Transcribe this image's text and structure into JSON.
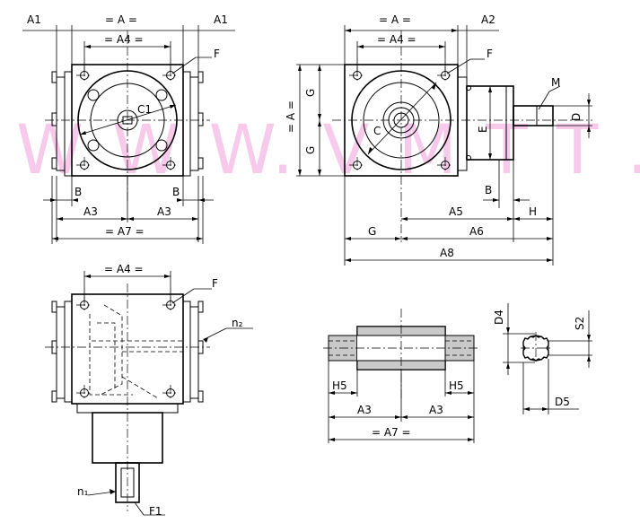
{
  "watermark": "W W W. V M T T . C O M",
  "labels": {
    "A1": "A1",
    "A": "= A =",
    "A2": "A2",
    "A4": "= A4 =",
    "F": "F",
    "F1": "F1",
    "C1": "C1",
    "C": "C",
    "G": "G",
    "A_vert": "= A =",
    "B": "B",
    "A3": "A3",
    "A5": "A5",
    "A6": "A6",
    "A7": "= A7 =",
    "A8": "A8",
    "H": "H",
    "M": "M",
    "D": "D",
    "E": "E",
    "n1": "n₁",
    "n2": "n₂",
    "H5": "H5",
    "D4": "D4",
    "S2": "S2",
    "D5": "D5"
  }
}
